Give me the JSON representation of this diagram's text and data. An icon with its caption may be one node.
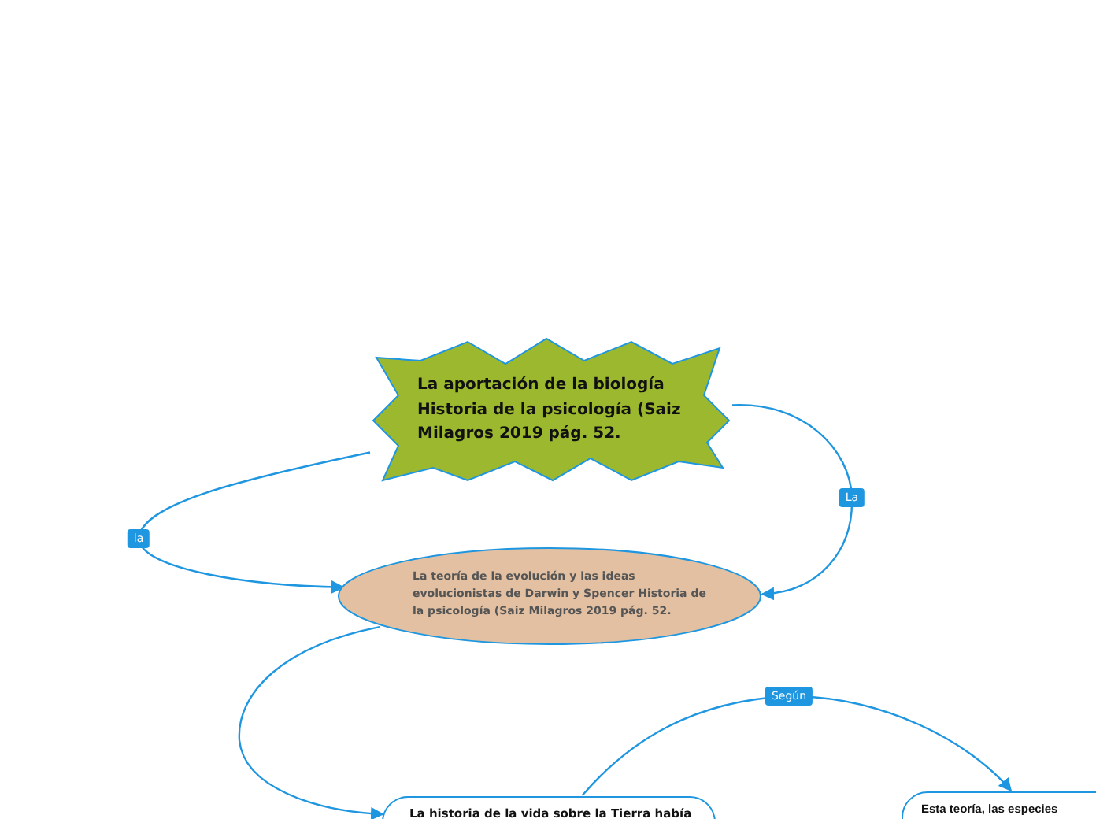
{
  "diagram": {
    "nodes": [
      {
        "text": [
          "La aportación de la biología Historia de la psicología (Saiz Milagros 2019 pág. 52."
        ]
      },
      {
        "text": [
          "La teoría de la evolución y las ideas evolucionistas de Darwin y Spencer Historia de la psicología (Saiz Milagros 2019 pág. 52."
        ]
      },
      {
        "text": [
          "La historia de la vida sobre la Tierra había"
        ]
      },
      {
        "text": [
          "Esta teoría, las especies"
        ]
      }
    ],
    "edges": [
      {
        "from": 0,
        "to": 1,
        "arrow": "to",
        "label": "la"
      },
      {
        "from": 0,
        "to": 1,
        "arrow": "to",
        "label": "La"
      },
      {
        "from": 1,
        "to": 2,
        "arrow": "to"
      },
      {
        "from": 2,
        "to": 3,
        "arrow": "to",
        "label": "Según"
      }
    ]
  }
}
